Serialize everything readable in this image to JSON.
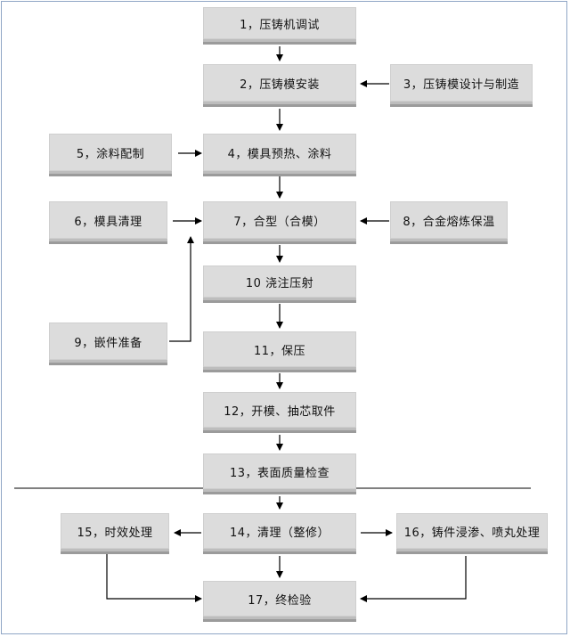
{
  "steps": {
    "s1": "1，压铸机调试",
    "s2": "2，压铸模安装",
    "s3": "3，压铸模设计与制造",
    "s4": "4，模具预热、涂料",
    "s5": "5，涂料配制",
    "s6": "6，模具清理",
    "s7": "7，合型（合模）",
    "s8": "8，合金熔炼保温",
    "s9": "9，嵌件准备",
    "s10": "10 浇注压射",
    "s11": "11，保压",
    "s12": "12，开模、抽芯取件",
    "s13": "13，表面质量检查",
    "s14": "14，清理（整修）",
    "s15": "15，时效处理",
    "s16": "16，铸件浸渗、喷丸处理",
    "s17": "17，终检验"
  },
  "colors": {
    "box_fill": "#dcdcdc",
    "box_shadow": "#9b9b9b",
    "line": "#000000",
    "frame": "#8fa6c6"
  }
}
